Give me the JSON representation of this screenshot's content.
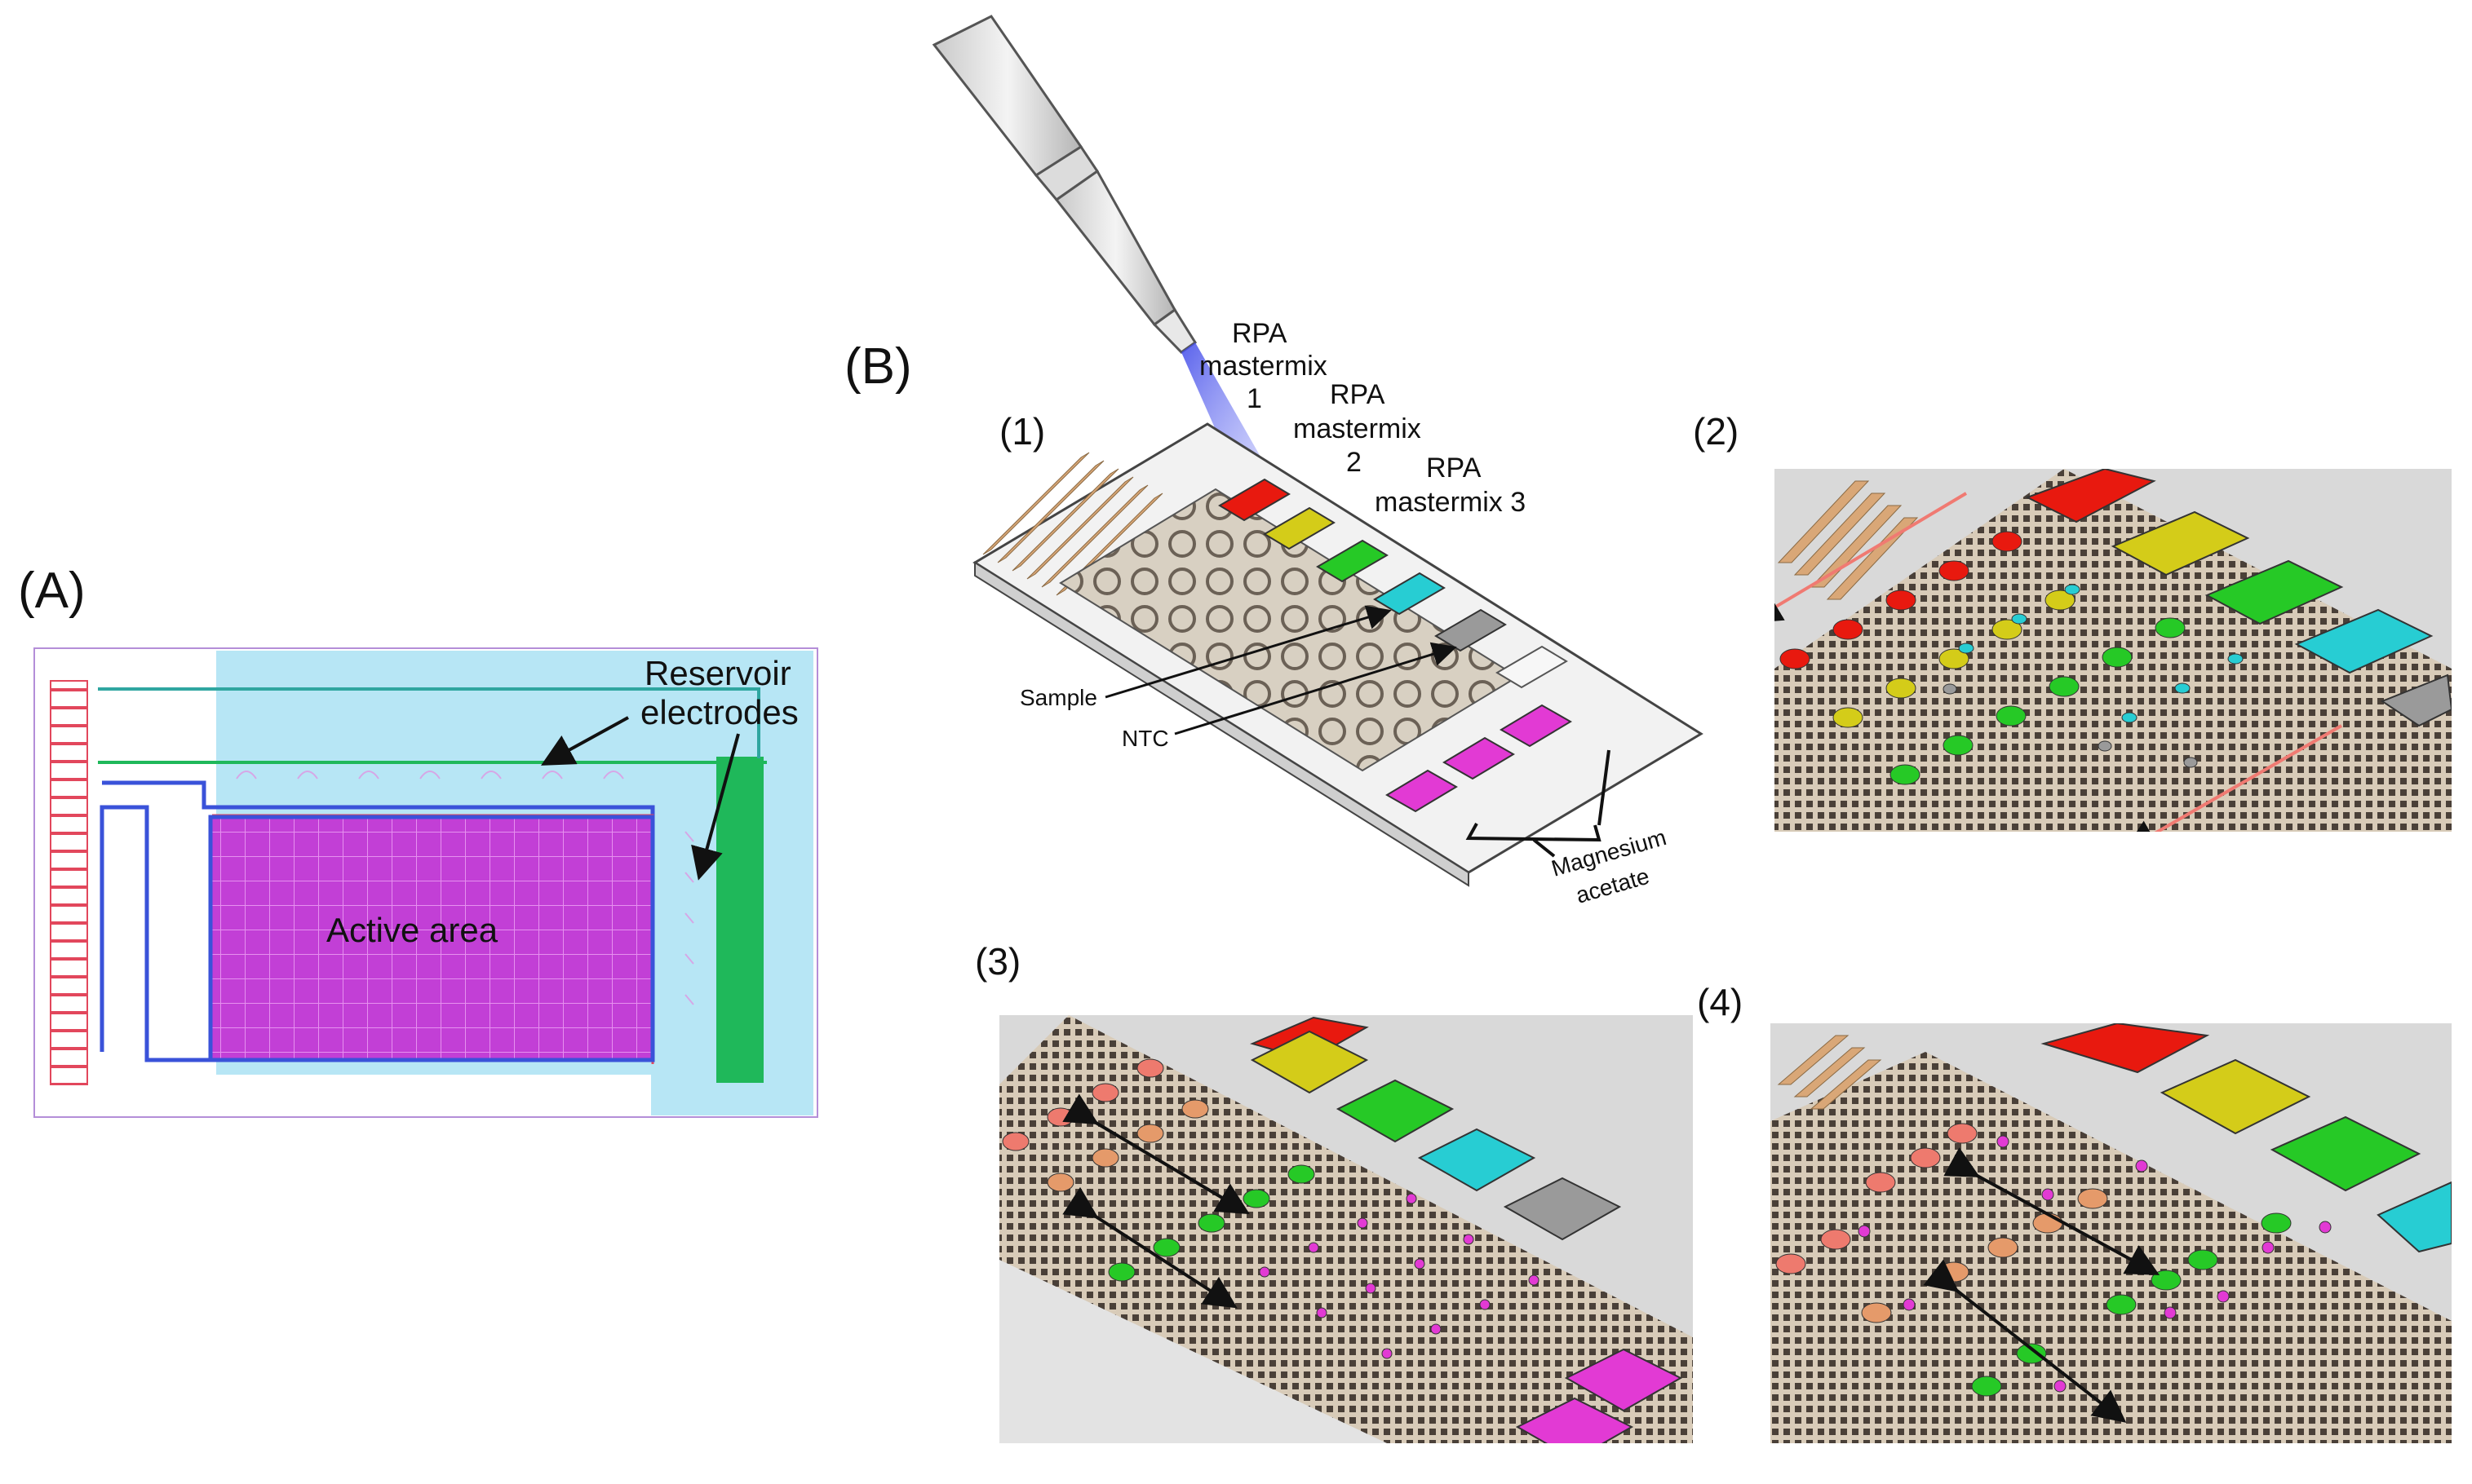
{
  "panel_a": {
    "label": "(A)",
    "active_area_label": "Active area",
    "reservoir_label_line1": "Reservoir",
    "reservoir_label_line2": "electrodes"
  },
  "panel_b": {
    "label": "(B)",
    "sub1": {
      "label": "(1)",
      "rpa1_line1": "RPA",
      "rpa1_line2": "mastermix",
      "rpa1_line3": "1",
      "rpa2_line1": "RPA",
      "rpa2_line2": "mastermix",
      "rpa2_line3": "2",
      "rpa3_line1": "RPA",
      "rpa3_line2": "mastermix 3",
      "sample_label": "Sample",
      "ntc_label": "NTC",
      "mg_line1": "Magnesium",
      "mg_line2": "acetate"
    },
    "sub2": {
      "label": "(2)"
    },
    "sub3": {
      "label": "(3)"
    },
    "sub4": {
      "label": "(4)"
    }
  },
  "colors": {
    "red": "#e8190f",
    "yellow": "#d4cc19",
    "green": "#26c926",
    "cyan": "#27cdd3",
    "gray": "#9a9a9a",
    "magenta": "#e23ad4",
    "active_area": "#c23fd6",
    "reservoir_bg": "#b7e6f5",
    "pad": "#d9a777"
  }
}
